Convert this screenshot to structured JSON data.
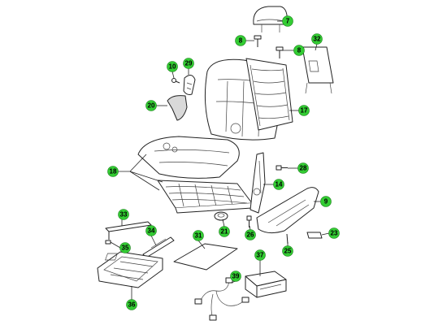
{
  "callout_color": "#33cc33",
  "callouts": [
    {
      "id": "7",
      "label": "7"
    },
    {
      "id": "8a",
      "label": "8"
    },
    {
      "id": "8b",
      "label": "8"
    },
    {
      "id": "32",
      "label": "32"
    },
    {
      "id": "10",
      "label": "10"
    },
    {
      "id": "29",
      "label": "29"
    },
    {
      "id": "20",
      "label": "20"
    },
    {
      "id": "17",
      "label": "17"
    },
    {
      "id": "18",
      "label": "18"
    },
    {
      "id": "28",
      "label": "28"
    },
    {
      "id": "14",
      "label": "14"
    },
    {
      "id": "9",
      "label": "9"
    },
    {
      "id": "21",
      "label": "21"
    },
    {
      "id": "26",
      "label": "26"
    },
    {
      "id": "23",
      "label": "23"
    },
    {
      "id": "25",
      "label": "25"
    },
    {
      "id": "33",
      "label": "33"
    },
    {
      "id": "34",
      "label": "34"
    },
    {
      "id": "35",
      "label": "35"
    },
    {
      "id": "31",
      "label": "31"
    },
    {
      "id": "37",
      "label": "37"
    },
    {
      "id": "39",
      "label": "39"
    },
    {
      "id": "36",
      "label": "36"
    }
  ]
}
